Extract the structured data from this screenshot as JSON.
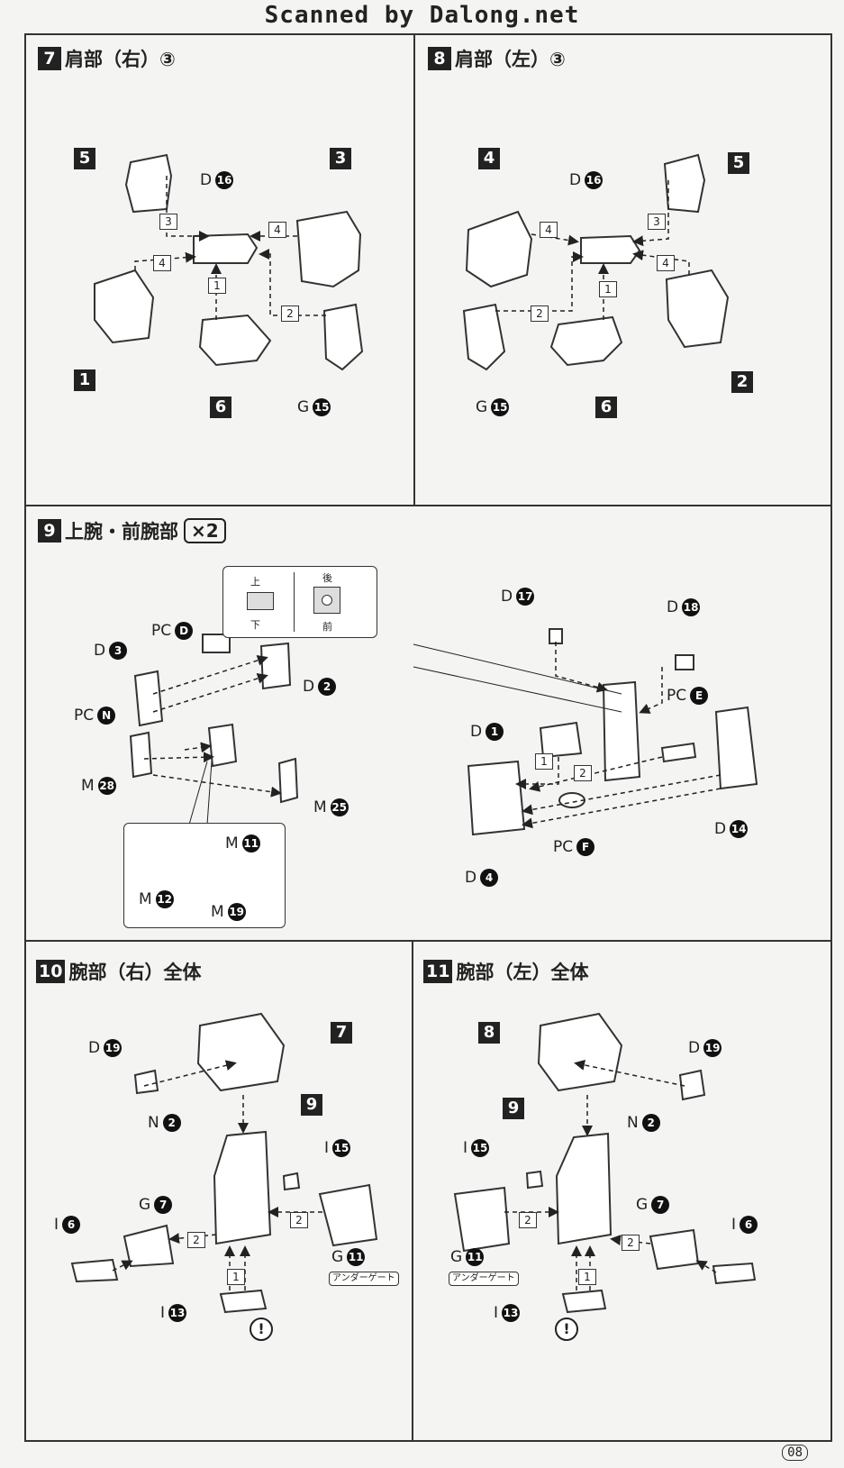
{
  "header": {
    "scan_credit": "Scanned by Dalong.net"
  },
  "sections": {
    "s7": {
      "num": "7",
      "title": "肩部（右）③",
      "badges": {
        "b5": "5",
        "b3": "3",
        "b1": "1",
        "b6": "6"
      },
      "labels": {
        "d16": "D",
        "d16_num": "16",
        "g15": "G",
        "g15_num": "15"
      },
      "steps": {
        "s3": "3",
        "s4a": "4",
        "s4b": "4",
        "s1": "1",
        "s2": "2"
      }
    },
    "s8": {
      "num": "8",
      "title": "肩部（左）③",
      "badges": {
        "b4": "4",
        "b5": "5",
        "b2": "2",
        "b6": "6"
      },
      "labels": {
        "d16": "D",
        "d16_num": "16",
        "g15": "G",
        "g15_num": "15"
      },
      "steps": {
        "s3": "3",
        "s4a": "4",
        "s4b": "4",
        "s1": "1",
        "s2": "2"
      }
    },
    "s9": {
      "num": "9",
      "title": "上腕・前腕部",
      "multiplier": "×2",
      "inset_top": {
        "up": "上",
        "down": "下",
        "back": "後",
        "front": "前"
      },
      "labels": {
        "pcD": "PC",
        "pcD_num": "D",
        "d3": "D",
        "d3_num": "3",
        "d2": "D",
        "d2_num": "2",
        "pcN": "PC",
        "pcN_num": "N",
        "m28": "M",
        "m28_num": "28",
        "m25": "M",
        "m25_num": "25",
        "m11": "M",
        "m11_num": "11",
        "m12": "M",
        "m12_num": "12",
        "m19": "M",
        "m19_num": "19",
        "d17": "D",
        "d17_num": "17",
        "d18": "D",
        "d18_num": "18",
        "pcE": "PC",
        "pcE_num": "E",
        "d1": "D",
        "d1_num": "1",
        "d14": "D",
        "d14_num": "14",
        "pcF": "PC",
        "pcF_num": "F",
        "d4": "D",
        "d4_num": "4"
      },
      "steps": {
        "s1": "1",
        "s2": "2"
      }
    },
    "s10": {
      "num": "10",
      "title": "腕部（右）全体",
      "badges": {
        "b7": "7",
        "b9": "9"
      },
      "labels": {
        "d19": "D",
        "d19_num": "19",
        "n2": "N",
        "n2_num": "2",
        "i15": "I",
        "i15_num": "15",
        "g7": "G",
        "g7_num": "7",
        "i6": "I",
        "i6_num": "6",
        "g11": "G",
        "g11_num": "11",
        "i13": "I",
        "i13_num": "13",
        "under_gate": "アンダーゲート",
        "warn": "!"
      },
      "steps": {
        "s2a": "2",
        "s2b": "2",
        "s1": "1"
      }
    },
    "s11": {
      "num": "11",
      "title": "腕部（左）全体",
      "badges": {
        "b8": "8",
        "b9": "9"
      },
      "labels": {
        "d19": "D",
        "d19_num": "19",
        "n2": "N",
        "n2_num": "2",
        "i15": "I",
        "i15_num": "15",
        "g7": "G",
        "g7_num": "7",
        "i6": "I",
        "i6_num": "6",
        "g11": "G",
        "g11_num": "11",
        "i13": "I",
        "i13_num": "13",
        "under_gate": "アンダーゲート",
        "warn": "!"
      },
      "steps": {
        "s2a": "2",
        "s2b": "2",
        "s1": "1"
      }
    }
  },
  "footer": {
    "page": "08"
  }
}
